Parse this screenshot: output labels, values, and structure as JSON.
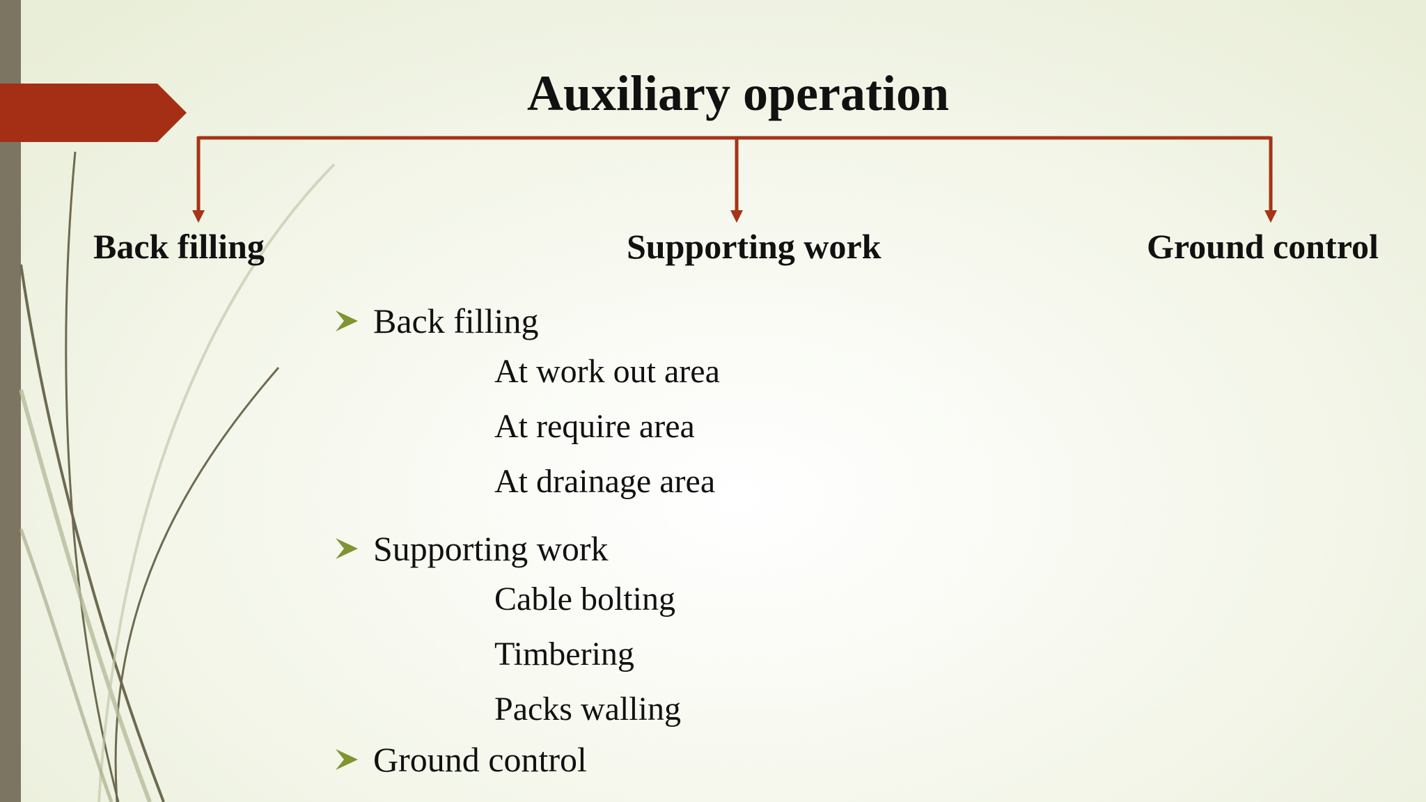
{
  "title": "Auxiliary operation",
  "branches": [
    "Back filling",
    "Supporting work",
    "Ground control"
  ],
  "sections": [
    {
      "heading": "Back filling",
      "items": [
        "At work out area",
        "At require area",
        "At drainage area"
      ]
    },
    {
      "heading": "Supporting work",
      "items": [
        "Cable bolting",
        "Timbering",
        "Packs walling"
      ]
    },
    {
      "heading": "Ground control",
      "items": []
    }
  ],
  "colors": {
    "accent": "#a52f14",
    "connector": "#a53418",
    "sidebar": "#7c7561",
    "bullet": "#7f9432"
  },
  "icons": {
    "bullet": "arrow-bullet-icon",
    "connector": "arrow-down-icon"
  }
}
